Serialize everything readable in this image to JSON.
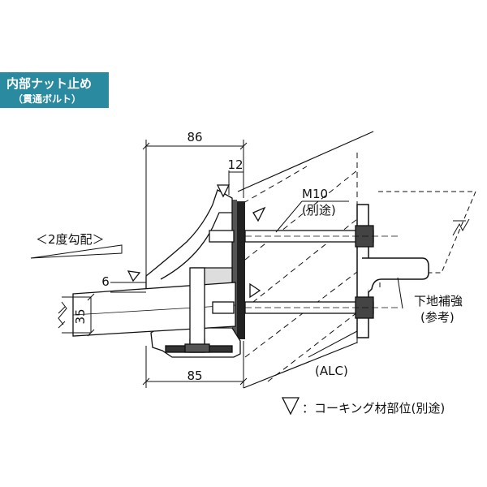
{
  "badge": {
    "title": "内部ナット止め",
    "subtitle": "（貫通ボルト）"
  },
  "dimensions": {
    "top_width": "86",
    "top_offset": "12",
    "left_gap": "6",
    "height": "35",
    "bottom_width": "85"
  },
  "labels": {
    "slope": "＜2度勾配＞",
    "bolt_spec": "M10",
    "bolt_note": "(別途)",
    "substrate_line1": "下地補強",
    "substrate_line2": "(参考)",
    "wall": "(ALC)"
  },
  "legend": {
    "text": "：コーキング材部位(別途)",
    "icon": "caulking-triangle-icon"
  }
}
